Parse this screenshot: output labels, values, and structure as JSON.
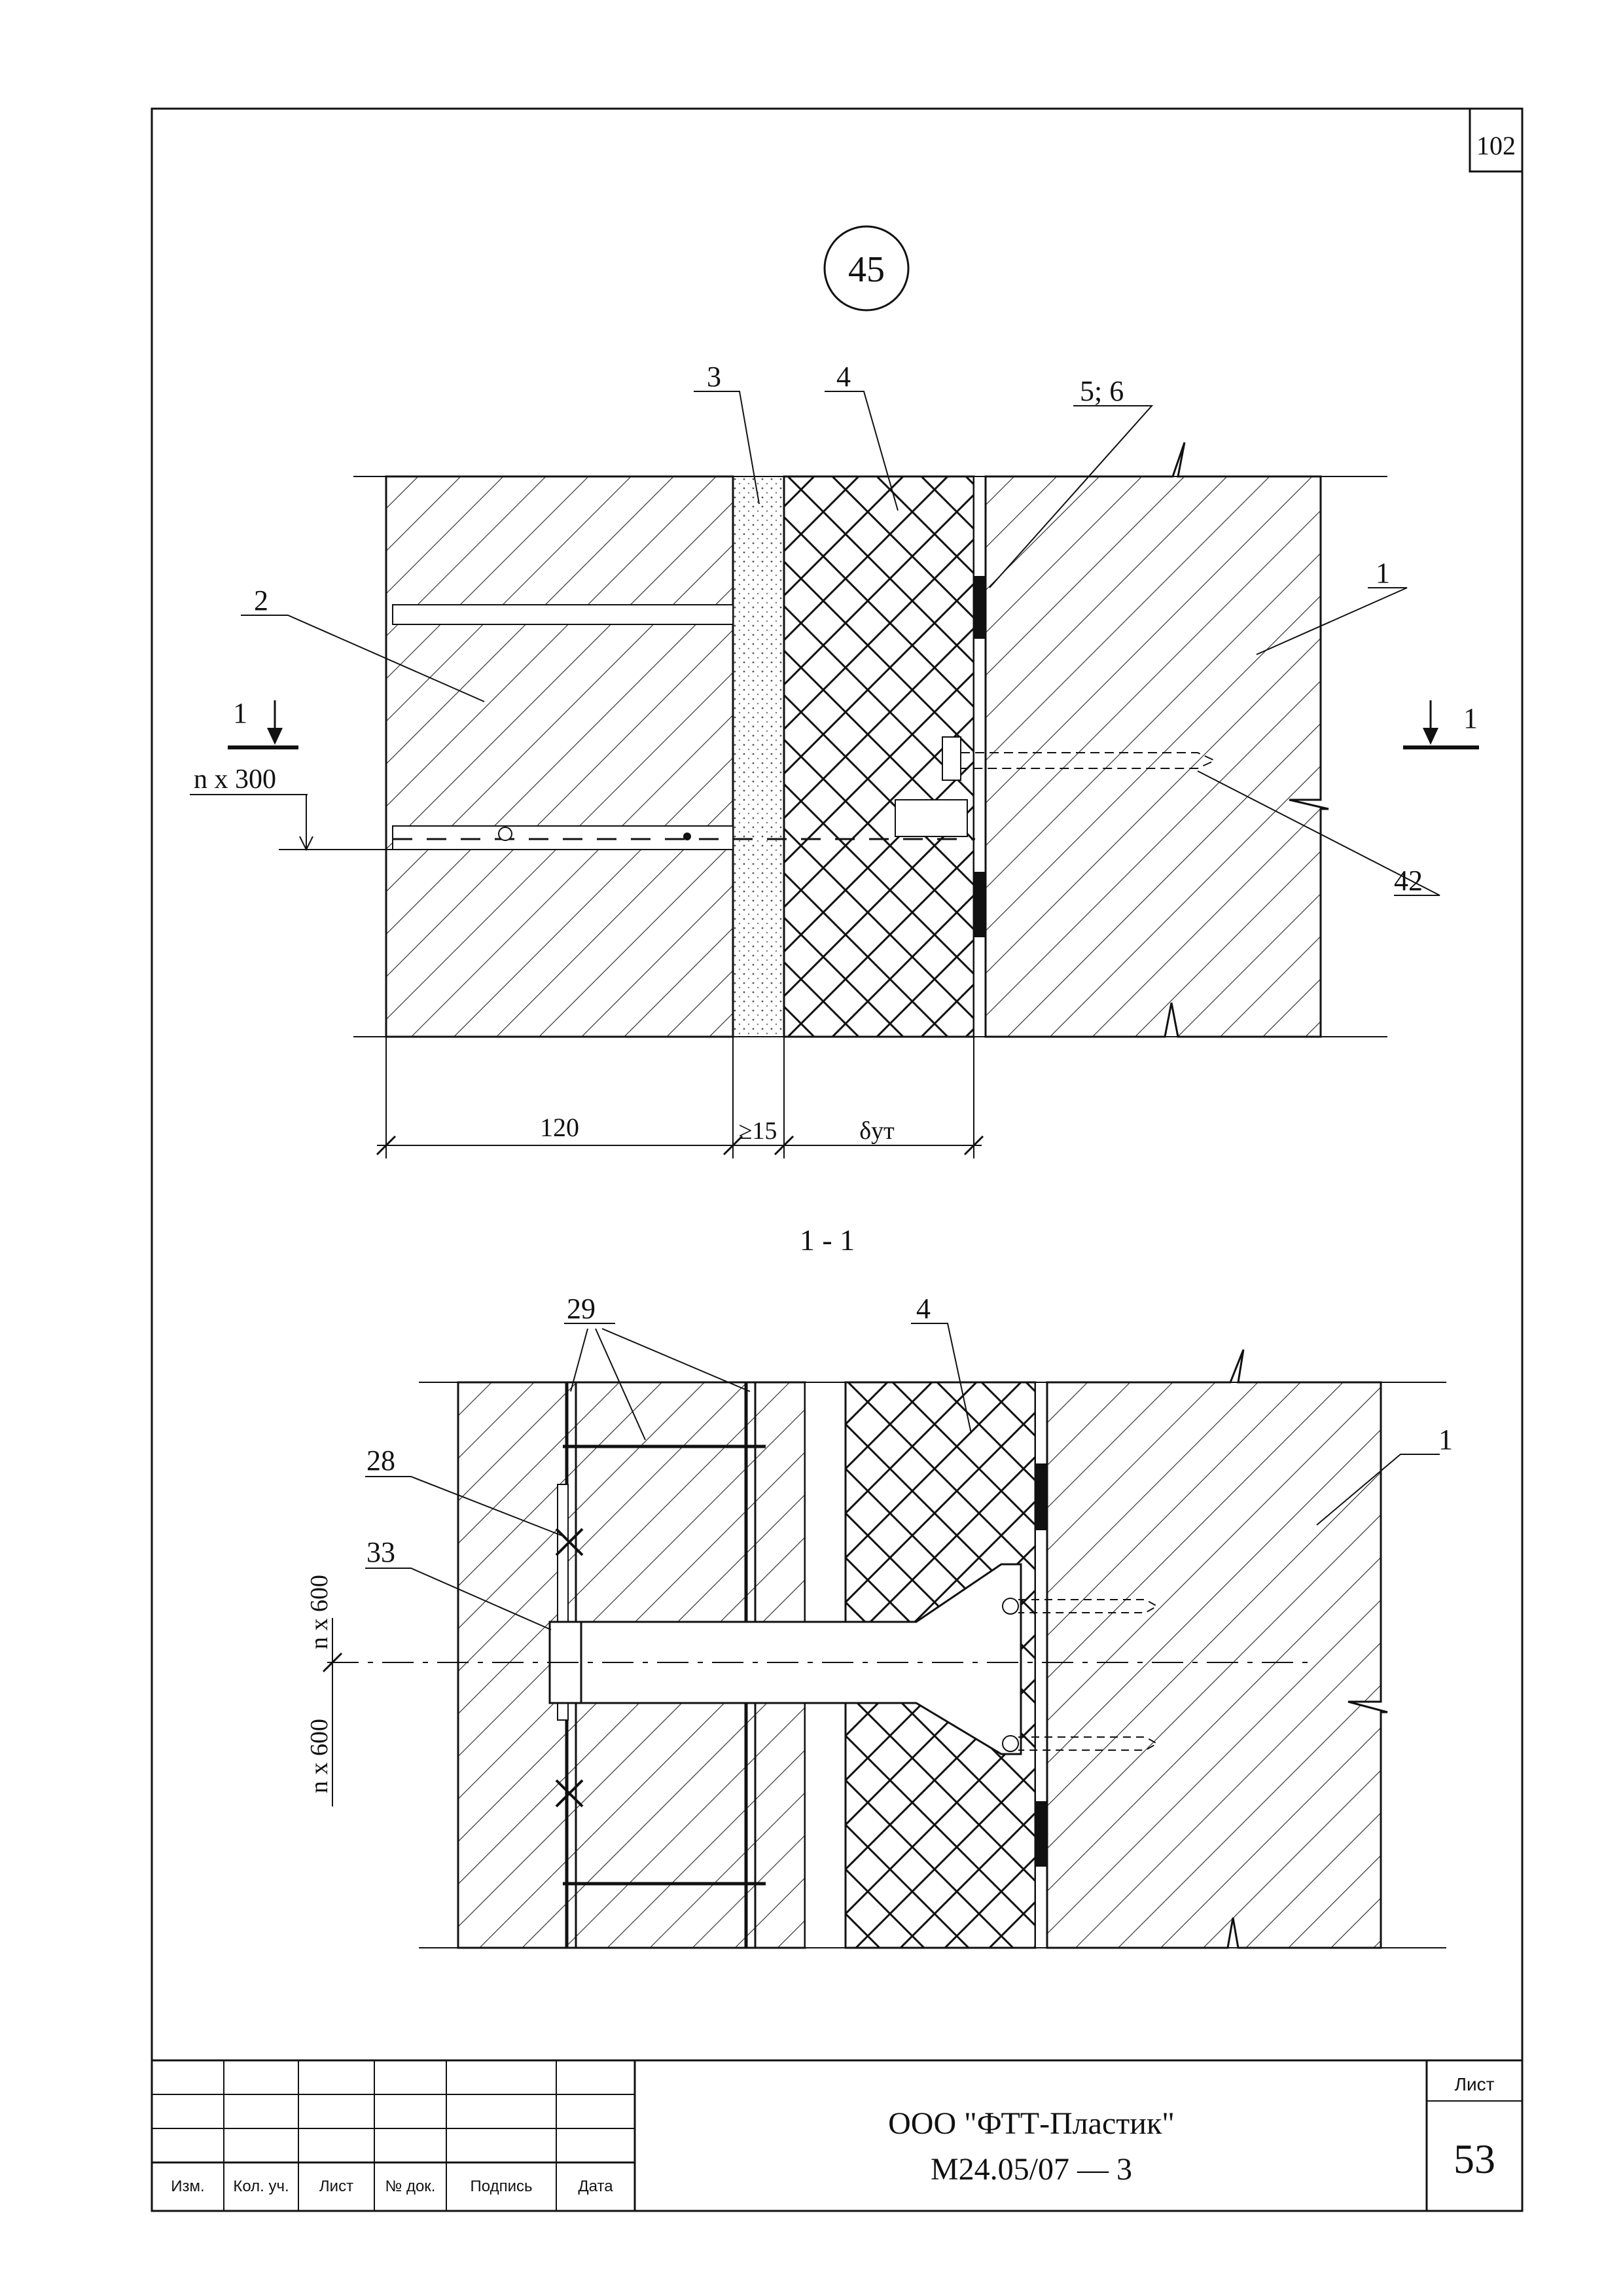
{
  "sheet_number_top": "102",
  "node_number": "45",
  "section_title": "1 - 1",
  "upper_view": {
    "callouts": [
      "3",
      "4",
      "5; 6",
      "2",
      "1",
      "42"
    ],
    "section_mark_left": "1",
    "section_mark_right": "1",
    "step_label": "n x 300",
    "dim_wall": "120",
    "dim_gap": "≥15",
    "dim_insulation": "δут"
  },
  "lower_view": {
    "callouts": [
      "29",
      "4",
      "1",
      "28",
      "33"
    ],
    "step_label_upper": "n x 600",
    "step_label_lower": "n x 600"
  },
  "title_block": {
    "columns": [
      "Изм.",
      "Кол. уч.",
      "Лист",
      "№ док.",
      "Подпись",
      "Дата"
    ],
    "organization": "ООО \"ФТТ-Пластик\"",
    "document_code": "М24.05/07 — 3",
    "sheet_label": "Лист",
    "sheet_value": "53"
  }
}
